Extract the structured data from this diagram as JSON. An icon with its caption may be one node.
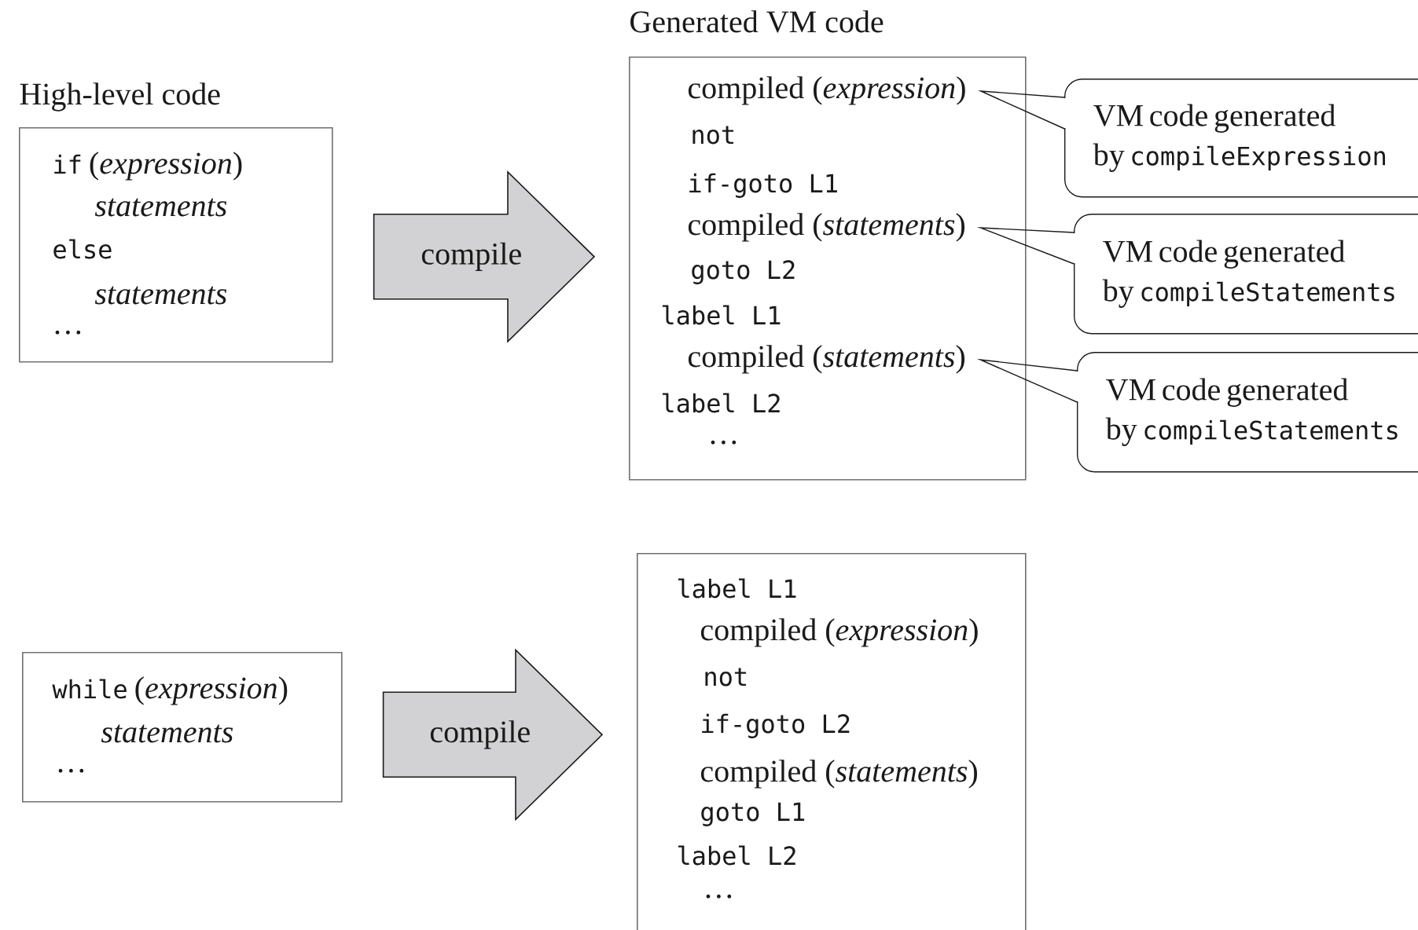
{
  "diagram": {
    "nodes": [
      {
        "text": [
          "High-level code",
          "if",
          "(*expression*)",
          "statements",
          "else",
          "statements",
          "…"
        ]
      },
      {
        "text": [
          "Generated VM code",
          "compiled (*expression*)",
          "not",
          "if-goto L1",
          "compiled (*statements*)",
          "goto L2",
          "label L1",
          "compiled (*statements*)",
          "label L2",
          "…"
        ]
      },
      {
        "text": [
          "VM code generated by",
          "compileExpression"
        ]
      },
      {
        "text": [
          "VM code generated by",
          "compileStatements"
        ]
      },
      {
        "text": [
          "VM code generated by",
          "compileStatements"
        ]
      },
      {
        "text": [
          "while",
          "(*expression*)",
          "statements",
          "…"
        ]
      },
      {
        "text": [
          "label L1",
          "compiled (*expression*)",
          "not",
          "if-goto L2",
          "compiled (*statements*)",
          "goto L1",
          "label L2",
          "…"
        ]
      }
    ],
    "edges": [
      {
        "from": 0,
        "to": 1,
        "arrow": "to",
        "label": "compile"
      },
      {
        "from": 5,
        "to": 6,
        "arrow": "to",
        "label": "compile"
      }
    ]
  }
}
